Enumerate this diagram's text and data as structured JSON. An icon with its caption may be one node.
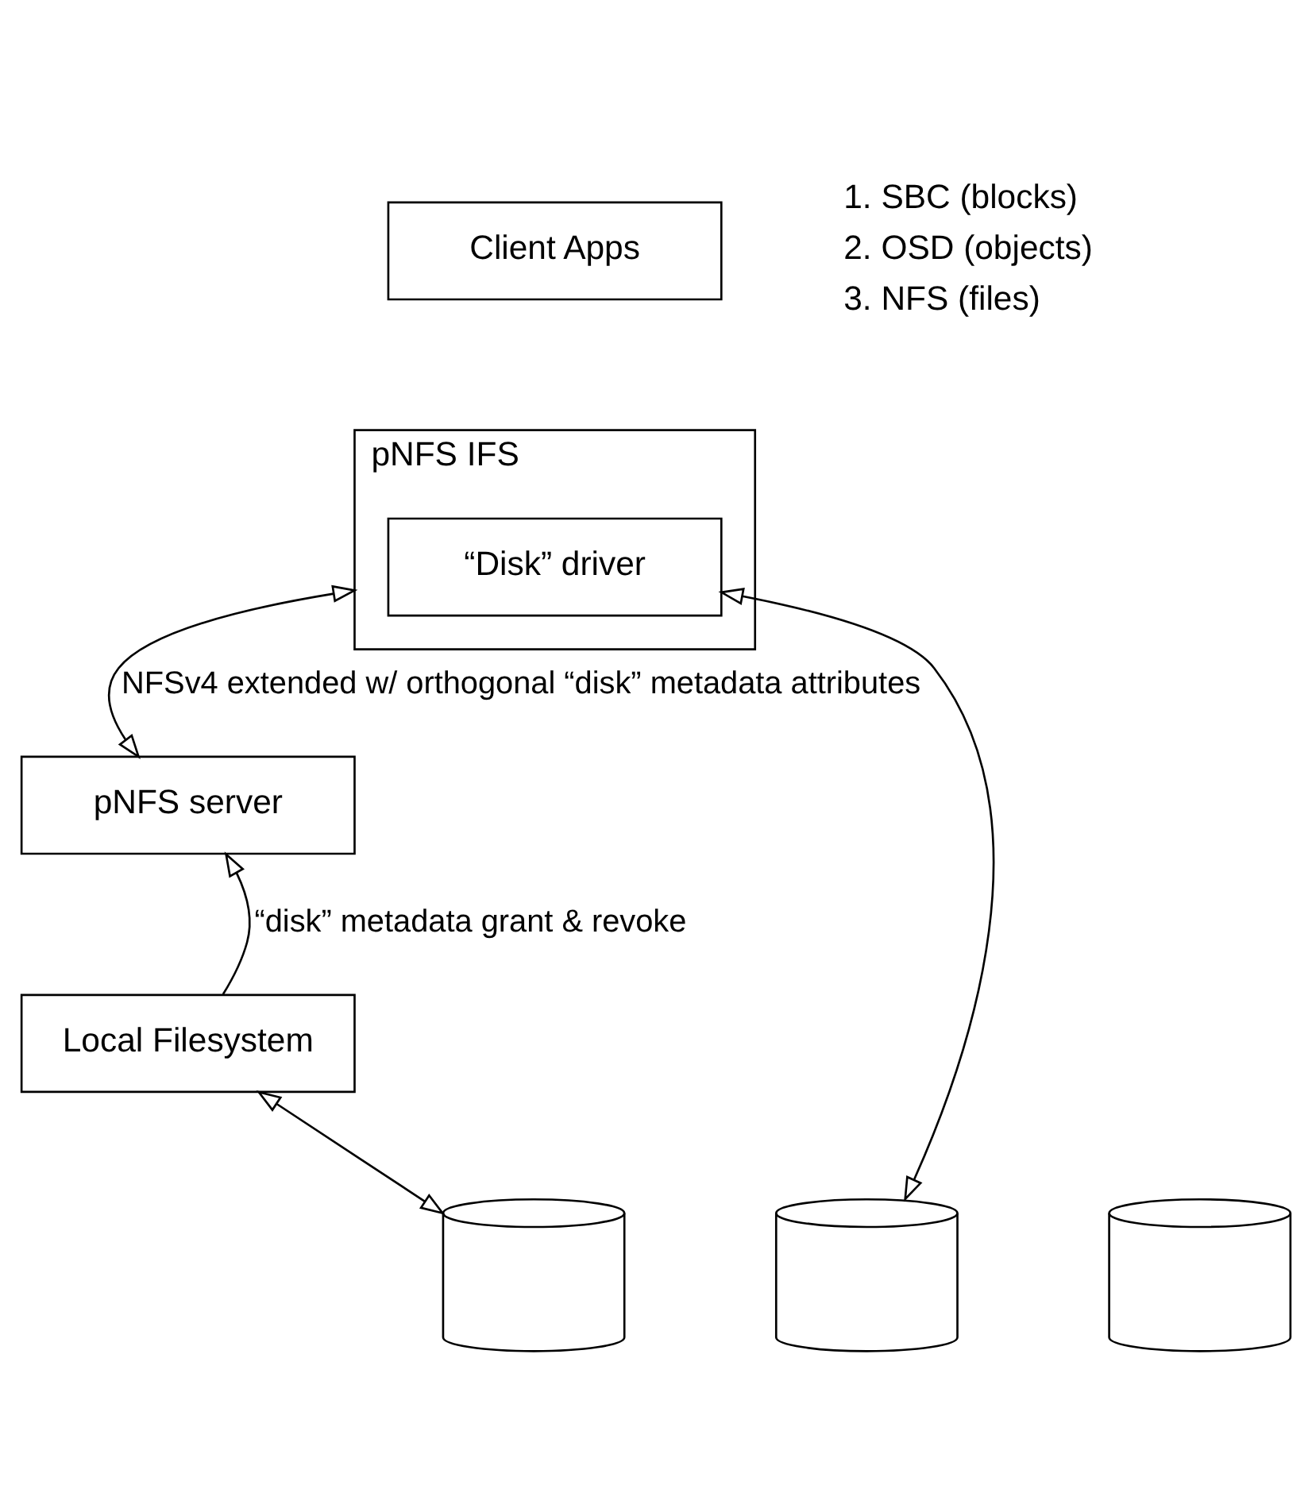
{
  "diagram": {
    "nodes": [
      {
        "text": [
          "Client Apps"
        ]
      },
      {
        "text": [
          "pNFS IFS"
        ]
      },
      {
        "text": [
          "“Disk” driver"
        ],
        "in": 1
      },
      {
        "text": [
          "pNFS server"
        ]
      },
      {
        "text": [
          "Local Filesystem"
        ]
      },
      {
        "text": [],
        "shape": "cylinder"
      },
      {
        "text": [],
        "shape": "cylinder"
      },
      {
        "text": [],
        "shape": "cylinder"
      }
    ],
    "edges": [
      {
        "from": 1,
        "to": 3,
        "arrow": "both",
        "label": "NFSv4 extended w/ orthogonal “disk” metadata attributes"
      },
      {
        "from": 2,
        "to": 6,
        "arrow": "both"
      },
      {
        "from": 4,
        "to": 3,
        "arrow": "to",
        "label": "“disk” metadata grant & revoke"
      },
      {
        "from": 4,
        "to": 5,
        "arrow": "both"
      }
    ],
    "labels": [
      "1. SBC (blocks)",
      "2. OSD (objects)",
      "3. NFS (files)"
    ]
  }
}
